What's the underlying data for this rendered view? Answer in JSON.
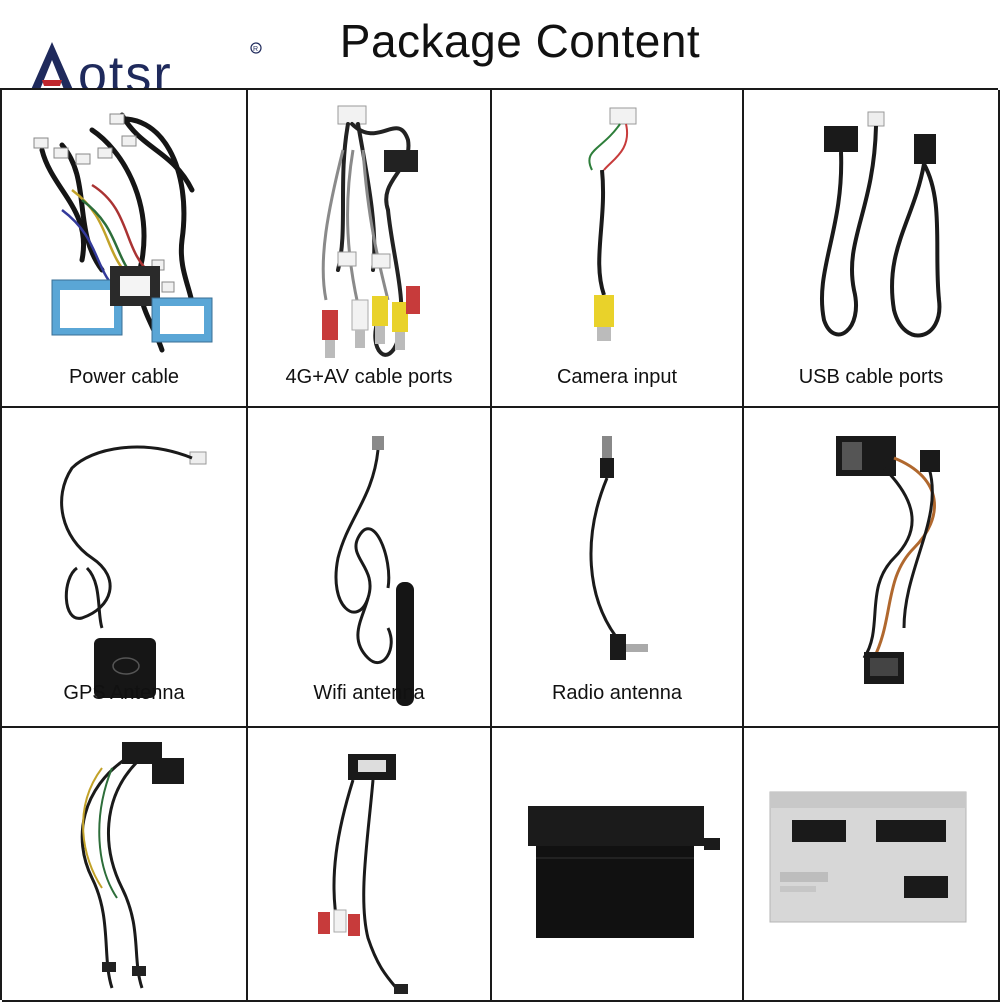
{
  "header": {
    "brand": "Aotsr",
    "title": "Package Content"
  },
  "items": [
    {
      "label": "Power cable"
    },
    {
      "label": "4G+AV cable ports"
    },
    {
      "label": "Camera input"
    },
    {
      "label": "USB cable ports"
    },
    {
      "label": "GPS Antenna"
    },
    {
      "label": "Wifi antenna"
    },
    {
      "label": "Radio antenna"
    },
    {
      "label": ""
    },
    {
      "label": ""
    },
    {
      "label": ""
    },
    {
      "label": ""
    },
    {
      "label": ""
    }
  ],
  "colors": {
    "brand_blue": "#1f2a5c",
    "brand_red": "#c0272d",
    "border": "#1a1a1a",
    "connector_blue": "#5aa6d6",
    "rca_red": "#c73b3b",
    "rca_yellow": "#e9d22a",
    "rca_white": "#f2f2f2",
    "cable": "#151515"
  }
}
